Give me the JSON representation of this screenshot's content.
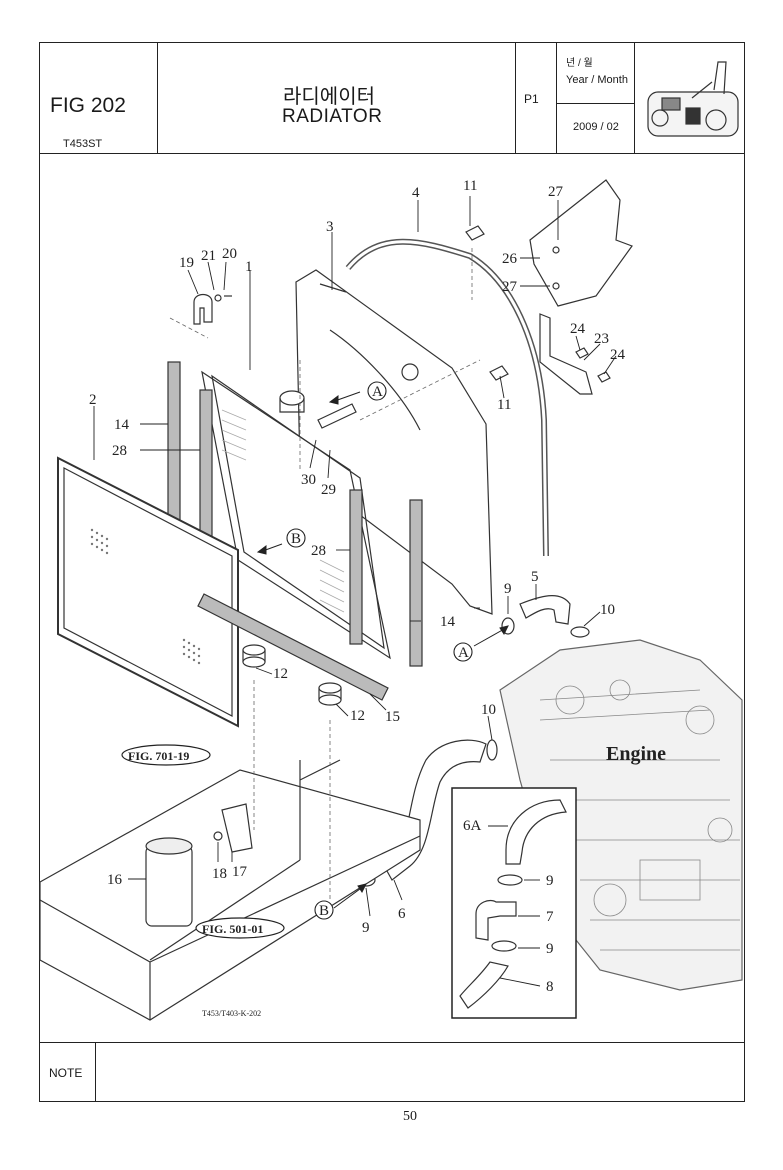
{
  "header": {
    "fig_number": "FIG 202",
    "model": "T453ST",
    "title_korean": "라디에이터",
    "title_english": "RADIATOR",
    "page_label": "P1",
    "year_month_korean": "년 / 월",
    "year_month_english": "Year / Month",
    "date": "2009 / 02"
  },
  "diagram": {
    "engine_label": "Engine",
    "drawing_code": "T453/T403-K-202",
    "fig_refs": [
      "FIG. 701-19",
      "FIG. 501-01"
    ],
    "section_markers": [
      "A",
      "B"
    ],
    "callouts": [
      "1",
      "2",
      "3",
      "4",
      "5",
      "6",
      "6A",
      "7",
      "8",
      "9",
      "10",
      "11",
      "12",
      "14",
      "15",
      "16",
      "17",
      "18",
      "19",
      "20",
      "21",
      "23",
      "24",
      "26",
      "27",
      "28",
      "29",
      "30"
    ]
  },
  "note_label": "NOTE",
  "page_number": "50"
}
